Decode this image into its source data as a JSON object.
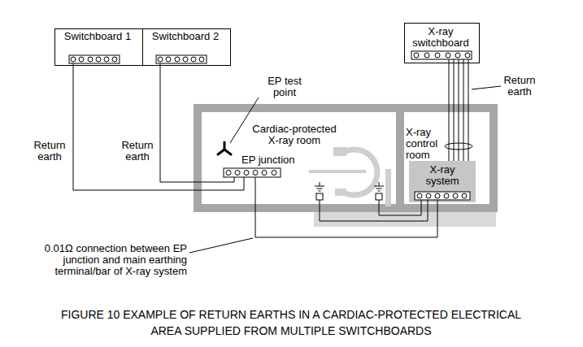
{
  "diagram": {
    "caption": "FIGURE 10 EXAMPLE OF RETURN EARTHS IN A CARDIAC-PROTECTED ELECTRICAL AREA SUPPLIED FROM MULTIPLE SWITCHBOARDS",
    "nodes": [
      {
        "text": [
          "Switchboard 1"
        ]
      },
      {
        "text": [
          "Switchboard 2"
        ]
      },
      {
        "text": [
          "X-ray switchboard"
        ]
      },
      {
        "text": [
          "Cardiac-protected X-ray room"
        ]
      },
      {
        "text": [
          "X-ray control room"
        ]
      },
      {
        "text": [
          "EP junction"
        ],
        "in": 3
      },
      {
        "text": [
          "X-ray system"
        ],
        "in": 4
      }
    ],
    "edges": [
      {
        "from": 0,
        "to": 5,
        "arrow": "none",
        "label": "Return earth"
      },
      {
        "from": 1,
        "to": 5,
        "arrow": "none",
        "label": "Return earth"
      },
      {
        "from": 2,
        "to": 6,
        "arrow": "none",
        "label": "Return earth"
      },
      {
        "from": 5,
        "to": 6,
        "arrow": "none",
        "label": "0.01Ω connection between EP junction and main earthing terminal/bar of X-ray system"
      }
    ],
    "labels": [
      "EP test point"
    ]
  }
}
